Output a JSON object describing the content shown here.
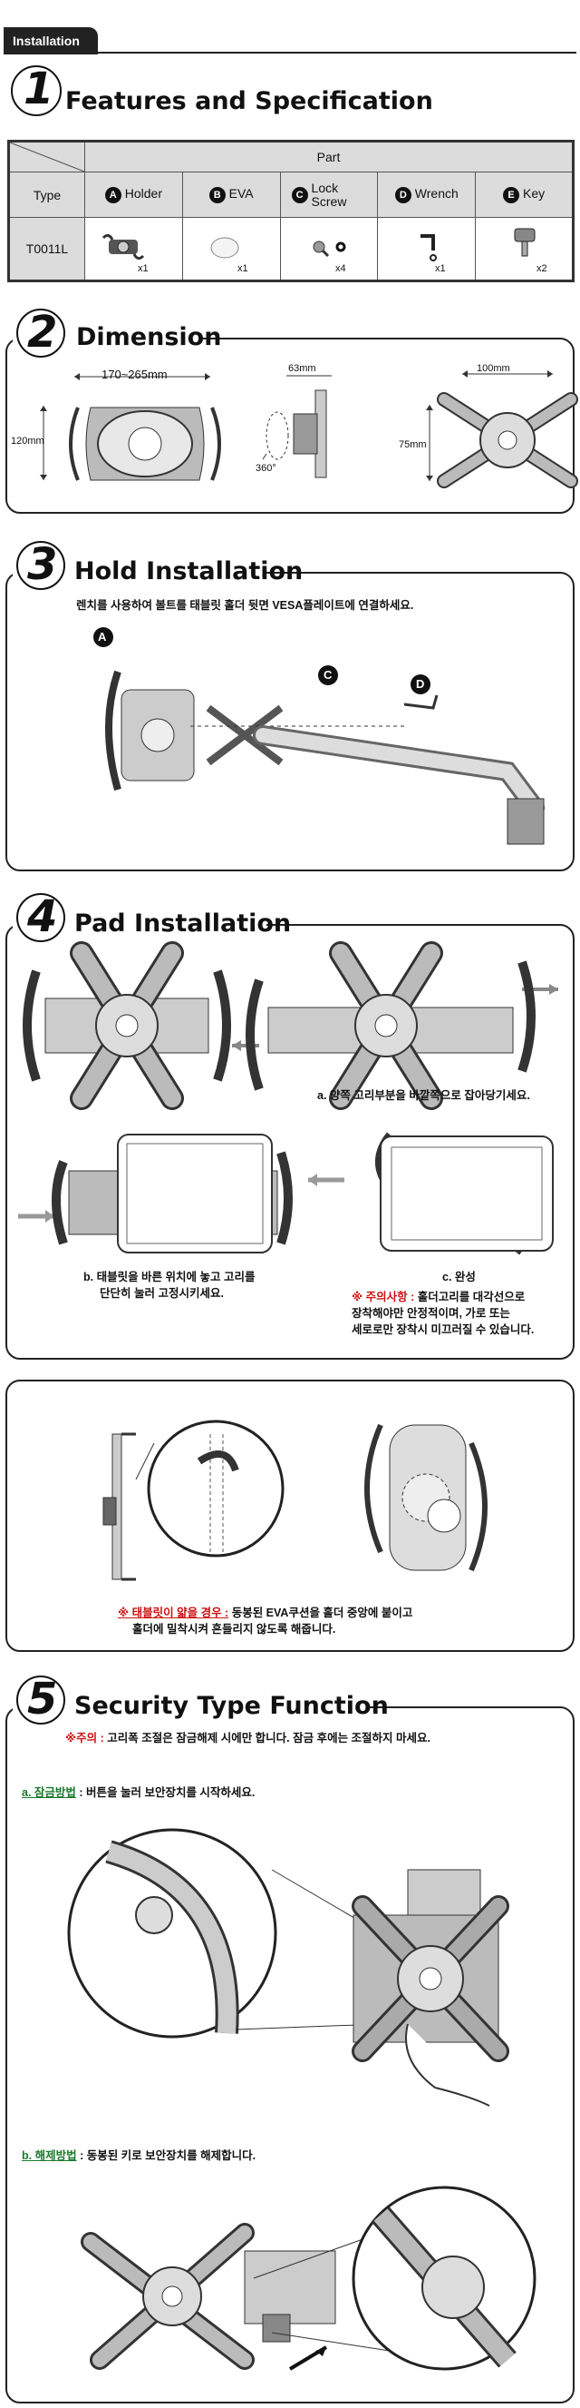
{
  "header": {
    "tab_label": "Installation"
  },
  "sections": {
    "s1": {
      "number": "1",
      "title": "Features and Specification"
    },
    "s2": {
      "number": "2",
      "title": "Dimension"
    },
    "s3": {
      "number": "3",
      "title": "Hold Installation"
    },
    "s4": {
      "number": "4",
      "title": "Pad Installation"
    },
    "s5": {
      "number": "5",
      "title": "Security Type Function"
    }
  },
  "spec_table": {
    "part_header": "Part",
    "type_header": "Type",
    "type_value": "T0011L",
    "parts": [
      {
        "letter": "A",
        "name": "Holder",
        "qty": "x1"
      },
      {
        "letter": "B",
        "name": "EVA",
        "qty": "x1"
      },
      {
        "letter": "C",
        "name": "Lock Screw",
        "qty": "x4"
      },
      {
        "letter": "D",
        "name": "Wrench",
        "qty": "x1"
      },
      {
        "letter": "E",
        "name": "Key",
        "qty": "x2"
      }
    ]
  },
  "dimension": {
    "width_range": "170~265mm",
    "height": "120mm",
    "depth": "63mm",
    "rotation": "360°",
    "vesa_w": "100mm",
    "vesa_h": "75mm"
  },
  "hold_install": {
    "instruction": "렌치를 사용하여 볼트를 태블릿 홀더 뒷면 VESA플레이트에 연결하세요.",
    "label_a": "A",
    "label_c": "C",
    "label_d": "D"
  },
  "pad_install": {
    "step_a": "a. 양쪽 고리부분을 바깥쪽으로 잡아당기세요.",
    "step_b_1": "b. 태블릿을 바른 위치에 놓고 고리를",
    "step_b_2": "단단히 눌러 고정시키세요.",
    "step_c": "c. 완성",
    "caution_label": "※ 주의사항 :",
    "caution_1": " 홀더고리를 대각선으로",
    "caution_2": "장착해야만 안정적이며, 가로 또는",
    "caution_3": "세로로만 장착시 미끄러질 수 있습니다."
  },
  "thin_tablet": {
    "label": "※ 태블릿이 얇을 경우 :",
    "text_1": " 동봉된 EVA쿠션을 홀더 중앙에 붙이고",
    "text_2": "홀더에 밀착시켜 흔들리지 않도록 해줍니다."
  },
  "security": {
    "notice_label": "※주의 :",
    "notice_text": " 고리폭 조절은 잠금해제 시에만 합니다. 잠금 후에는 조절하지 마세요.",
    "lock_label": "a. 잠금방법",
    "lock_text": " : 버튼을 눌러 보안장치를 시작하세요.",
    "unlock_label": "b. 해제방법",
    "unlock_text": " : 동봉된 키로 보안장치를 해제합니다."
  },
  "colors": {
    "red": "#cc1111",
    "green": "#1a7a2b",
    "table_gray": "#dcdcdc",
    "dark": "#222222"
  }
}
